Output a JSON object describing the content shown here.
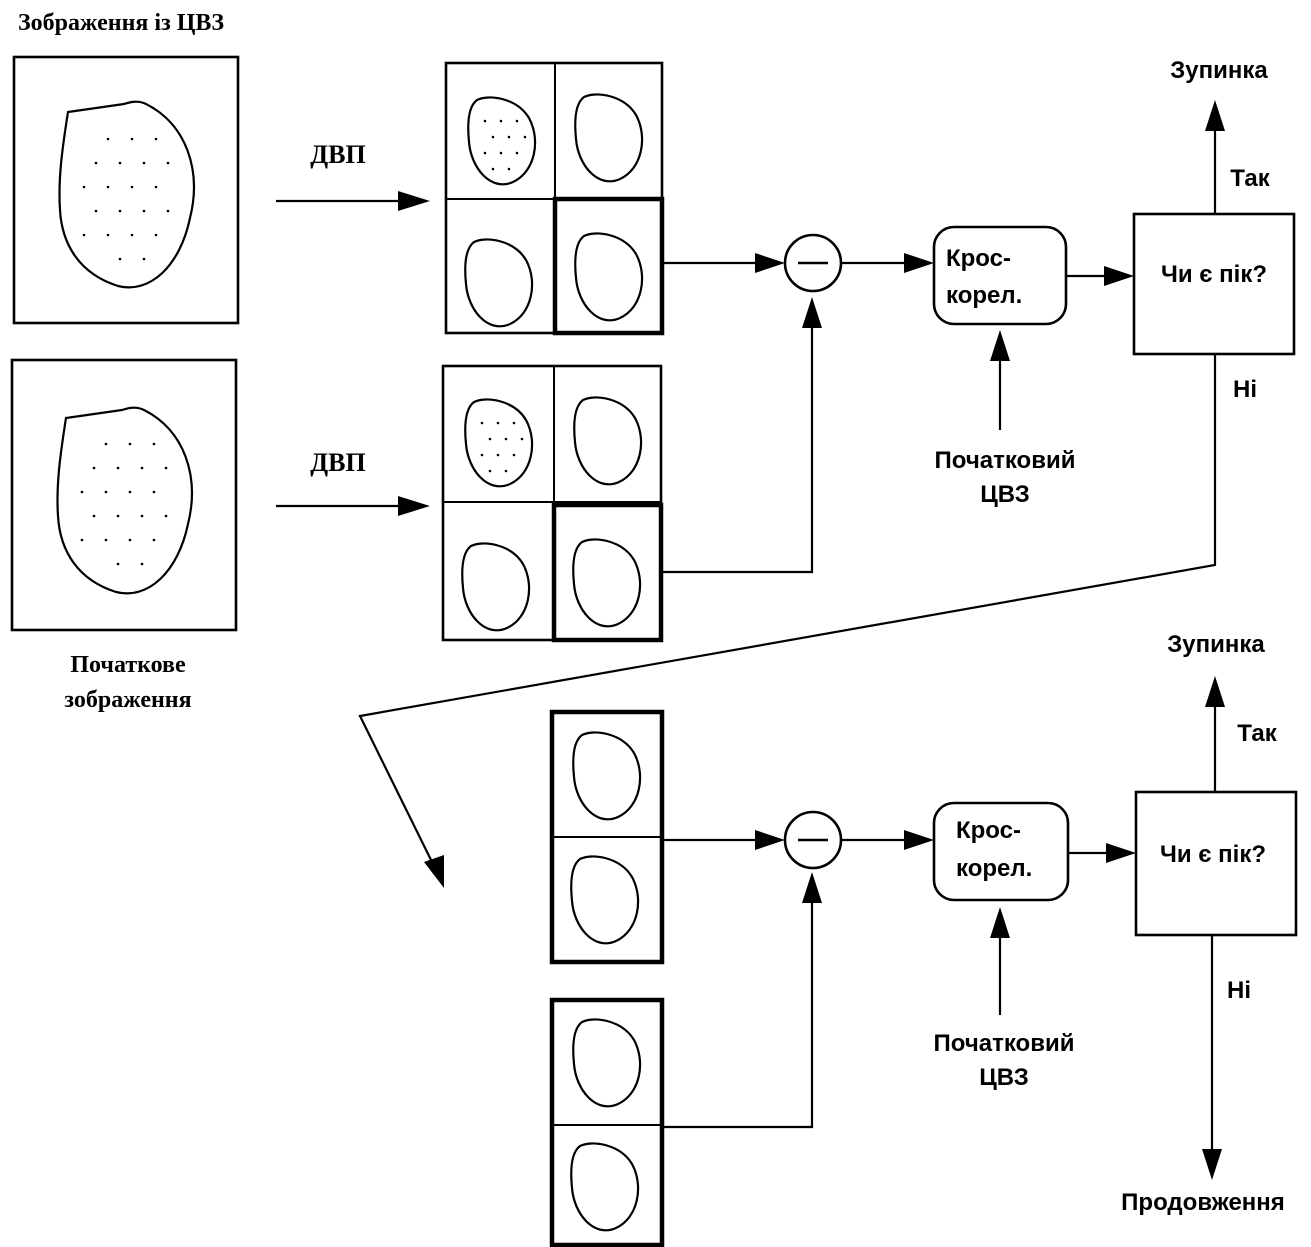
{
  "labels": {
    "watermarked_image": "Зображення із ЦВЗ",
    "original_image_line1": "Початкове",
    "original_image_line2": "зображення",
    "dwt_top": "ДВП",
    "dwt_bottom": "ДВП",
    "subtract_top": "—",
    "subtract_bottom": "—",
    "xcorr_top_line1": "Крос-",
    "xcorr_top_line2": "корел.",
    "xcorr_bottom_line1": "Крос-",
    "xcorr_bottom_line2": "корел.",
    "initial_wm_top_line1": "Початковий",
    "initial_wm_top_line2": "ЦВЗ",
    "initial_wm_bottom_line1": "Початковий",
    "initial_wm_bottom_line2": "ЦВЗ",
    "decision_top": "Чи є пік?",
    "decision_bottom": "Чи є пік?",
    "stop_top": "Зупинка",
    "stop_bottom": "Зупинка",
    "yes_top": "Так",
    "yes_bottom": "Так",
    "no_top": "Ні",
    "no_bottom": "Ні",
    "continue": "Продовження"
  },
  "colors": {
    "stroke": "#000000",
    "background": "#ffffff"
  }
}
